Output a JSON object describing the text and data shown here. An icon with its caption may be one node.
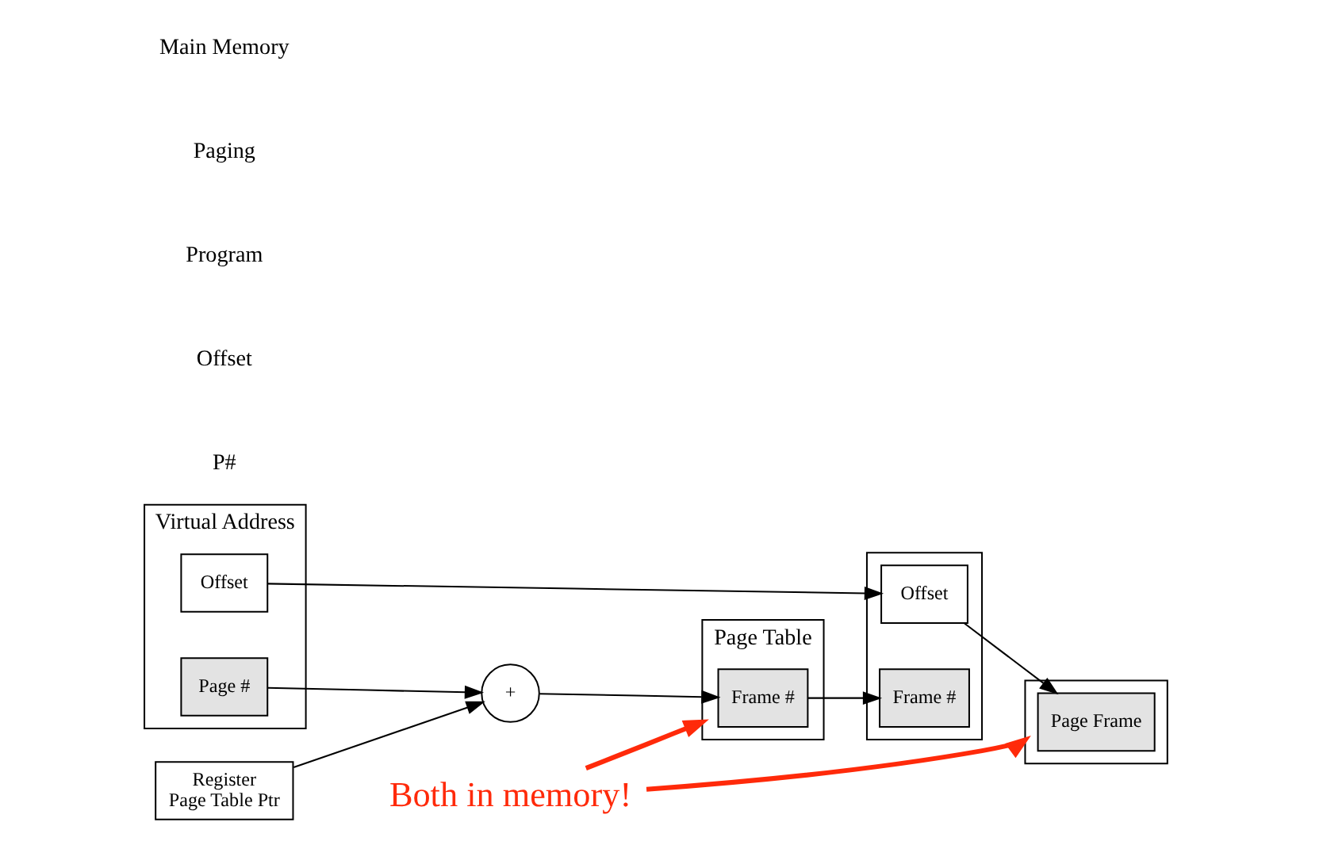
{
  "diagram": {
    "nodes": [
      {
        "text": [
          "Virtual Address"
        ]
      },
      {
        "text": [
          "Page #"
        ],
        "in": 0
      },
      {
        "text": [
          "Offset"
        ],
        "in": 0
      },
      {
        "text": [
          "Register",
          "Page Table Ptr"
        ]
      },
      {
        "text": [
          "+"
        ]
      },
      {
        "text": [
          "Page Table"
        ]
      },
      {
        "text": [
          "Frame #"
        ],
        "in": 5
      },
      {
        "text": [],
        "shape": "box"
      },
      {
        "text": [
          "Frame #"
        ],
        "in": 7
      },
      {
        "text": [
          "Offset"
        ],
        "in": 7
      },
      {
        "text": [],
        "shape": "box"
      },
      {
        "text": [
          "Page Frame"
        ],
        "in": 10
      },
      {
        "text": [
          "Both in memory!"
        ]
      }
    ],
    "edges": [
      {
        "from": 1,
        "to": 4,
        "arrow": "to"
      },
      {
        "from": 3,
        "to": 4,
        "arrow": "to"
      },
      {
        "from": 4,
        "to": 6,
        "arrow": "to"
      },
      {
        "from": 6,
        "to": 8,
        "arrow": "to"
      },
      {
        "from": 2,
        "to": 9,
        "arrow": "to"
      },
      {
        "from": 9,
        "to": 11,
        "arrow": "to"
      },
      {
        "from": 12,
        "to": 5,
        "arrow": "to",
        "style": "thick",
        "color": "#ff2a0a"
      },
      {
        "from": 12,
        "to": 10,
        "arrow": "to",
        "style": "thick",
        "color": "#ff2a0a"
      }
    ],
    "labels": [
      "P#",
      "Offset",
      "Program",
      "Paging",
      "Main Memory"
    ]
  }
}
